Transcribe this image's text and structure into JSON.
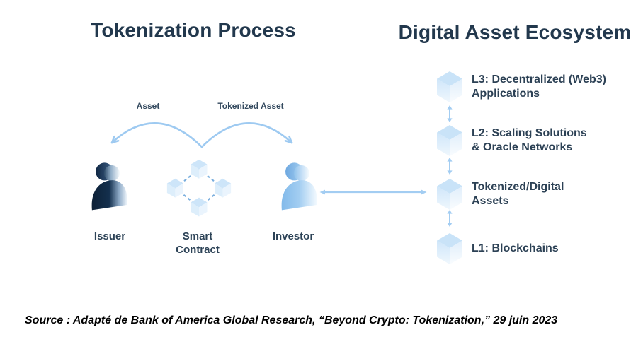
{
  "left_panel": {
    "title": "Tokenization Process",
    "flow_labels": {
      "asset": "Asset",
      "tokenized_asset": "Tokenized Asset"
    },
    "entities": [
      {
        "label": "Issuer"
      },
      {
        "label": "Smart Contract"
      },
      {
        "label": "Investor"
      }
    ]
  },
  "right_panel": {
    "title": "Digital Asset Ecosystem",
    "layers": [
      {
        "label": "L3: Decentralized (Web3) Applications"
      },
      {
        "label": "L2: Scaling Solutions & Oracle Networks"
      },
      {
        "label": "Tokenized/Digital Assets"
      },
      {
        "label": "L1: Blockchains"
      }
    ]
  },
  "source_note": "Source : Adapté de Bank of America Global Research, “Beyond Crypto: Tokenization,” 29 juin 2023",
  "icons": {
    "issuer": "dark-3d-person-icon",
    "smart_contract": "linked-cubes-icon",
    "investor": "light-3d-person-icon",
    "layer": "isometric-cube-icon",
    "flow": "curved-double-arc-arrow-icon",
    "link": "double-headed-arrow-icon"
  },
  "colors": {
    "title_text": "#22384d",
    "label_text": "#2c4155",
    "arrow_blue": "#a3cdf2",
    "cube_top": "#c9e3f8",
    "cube_light": "#e7f2fc",
    "person_dark_navy": "#0d2036",
    "person_light_blue": "#a2cdf1",
    "source_text": "#000000"
  }
}
